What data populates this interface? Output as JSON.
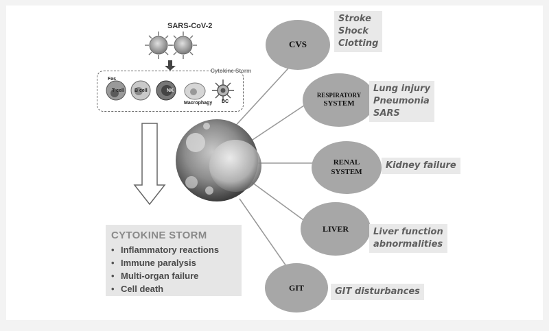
{
  "virus": {
    "label": "SARS-CoV-2"
  },
  "cytokine_panel": {
    "tag": "Cytokine Storm",
    "cells": [
      {
        "label": "T cell",
        "sub": "Fas"
      },
      {
        "label": "B cell"
      },
      {
        "label": "NK"
      },
      {
        "label": "Macrophagy"
      },
      {
        "label": "DC"
      }
    ]
  },
  "storm_box": {
    "title": "CYTOKINE  STORM",
    "items": [
      "Inflammatory reactions",
      "Immune paralysis",
      "Multi-organ failure",
      "Cell death"
    ]
  },
  "organs": [
    {
      "name_lines": [
        "CVS"
      ],
      "effects": [
        "Stroke",
        "Shock",
        "Clotting"
      ]
    },
    {
      "name_lines": [
        "RESPIRATORY",
        "SYSTEM"
      ],
      "effects": [
        "Lung injury",
        "Pneumonia",
        "SARS"
      ]
    },
    {
      "name_lines": [
        "RENAL",
        "SYSTEM"
      ],
      "effects": [
        "Kidney failure"
      ]
    },
    {
      "name_lines": [
        "LIVER"
      ],
      "effects": [
        "Liver function",
        "abnormalities"
      ]
    },
    {
      "name_lines": [
        "GIT"
      ],
      "effects": [
        "GIT disturbances"
      ]
    }
  ],
  "colors": {
    "organ_fill": "#a7a7a7",
    "effect_fill": "#e9e9e9",
    "storm_fill": "#e6e6e6",
    "connector": "#9a9a9a"
  }
}
